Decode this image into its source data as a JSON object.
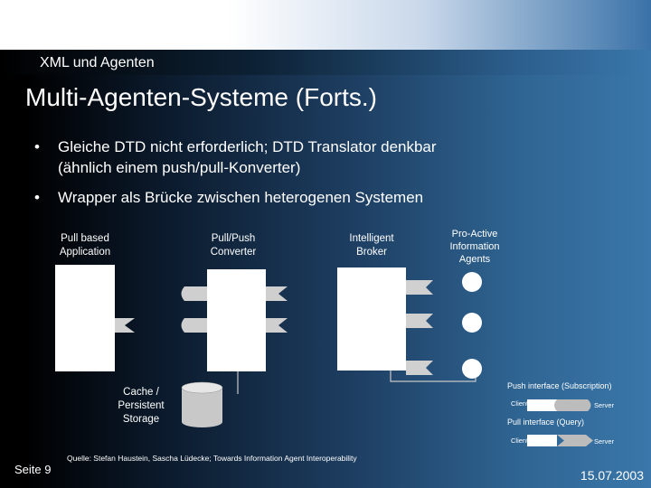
{
  "header": {
    "subtitle": "XML und Agenten"
  },
  "slide": {
    "title": "Multi-Agenten-Systeme (Forts.)",
    "bullets": [
      {
        "line1": "Gleiche DTD nicht erforderlich; DTD Translator denkbar",
        "line2": "(ähnlich einem push/pull-Konverter)"
      },
      {
        "line1": "Wrapper als Brücke zwischen heterogenen Systemen",
        "line2": ""
      }
    ]
  },
  "diagram": {
    "pull_app": {
      "line1": "Pull based",
      "line2": "Application"
    },
    "converter": {
      "line1": "Pull/Push",
      "line2": "Converter"
    },
    "broker": {
      "line1": "Intelligent",
      "line2": "Broker"
    },
    "agents": {
      "line1": "Pro-Active",
      "line2": "Information",
      "line3": "Agents"
    },
    "storage": {
      "line1": "Cache /",
      "line2": "Persistent",
      "line3": "Storage"
    },
    "legend": {
      "push_title": "Push interface (Subscription)",
      "pull_title": "Pull interface (Query)",
      "client": "Client",
      "server": "Server"
    },
    "source": "Quelle: Stefan Haustein, Sascha Lüdecke; Towards Information Agent Interoperability"
  },
  "footer": {
    "page": "Seite 9",
    "date": "15.07.2003"
  }
}
